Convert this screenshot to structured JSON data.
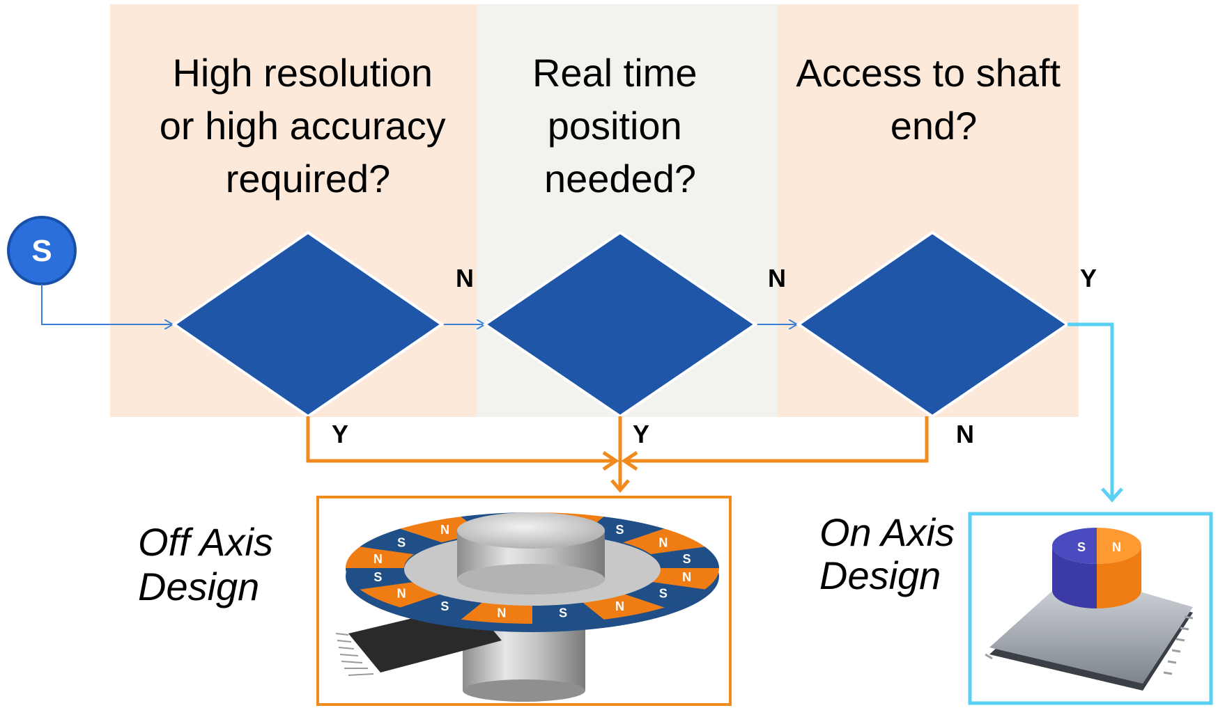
{
  "columns": [
    {
      "question": [
        "High resolution",
        "or high accuracy",
        "required?"
      ],
      "bg": "#fde9da"
    },
    {
      "question": [
        "Real time",
        "position",
        "needed?"
      ],
      "bg": "#f2f2ee"
    },
    {
      "question": [
        "Access to shaft",
        "end?"
      ],
      "bg": "#fde9da"
    }
  ],
  "start": {
    "label": "S",
    "color": "#2a6fdb"
  },
  "branches": {
    "d1_right": "N",
    "d2_right": "N",
    "d3_right": "Y",
    "d1_down": "Y",
    "d2_down": "Y",
    "d3_down": "N"
  },
  "outcomes": {
    "off_axis": [
      "Off Axis",
      "Design"
    ],
    "on_axis": [
      "On Axis",
      "Design"
    ]
  },
  "magnet_labels": {
    "north": "N",
    "south": "S"
  },
  "colors": {
    "diamond": "#1f56a8",
    "flow_blue": "#3a7fd5",
    "off_axis_orange": "#f08a1c",
    "on_axis_cyan": "#5ad0f2",
    "magnet_blue": "#1f4f86",
    "magnet_orange": "#f07d14"
  }
}
